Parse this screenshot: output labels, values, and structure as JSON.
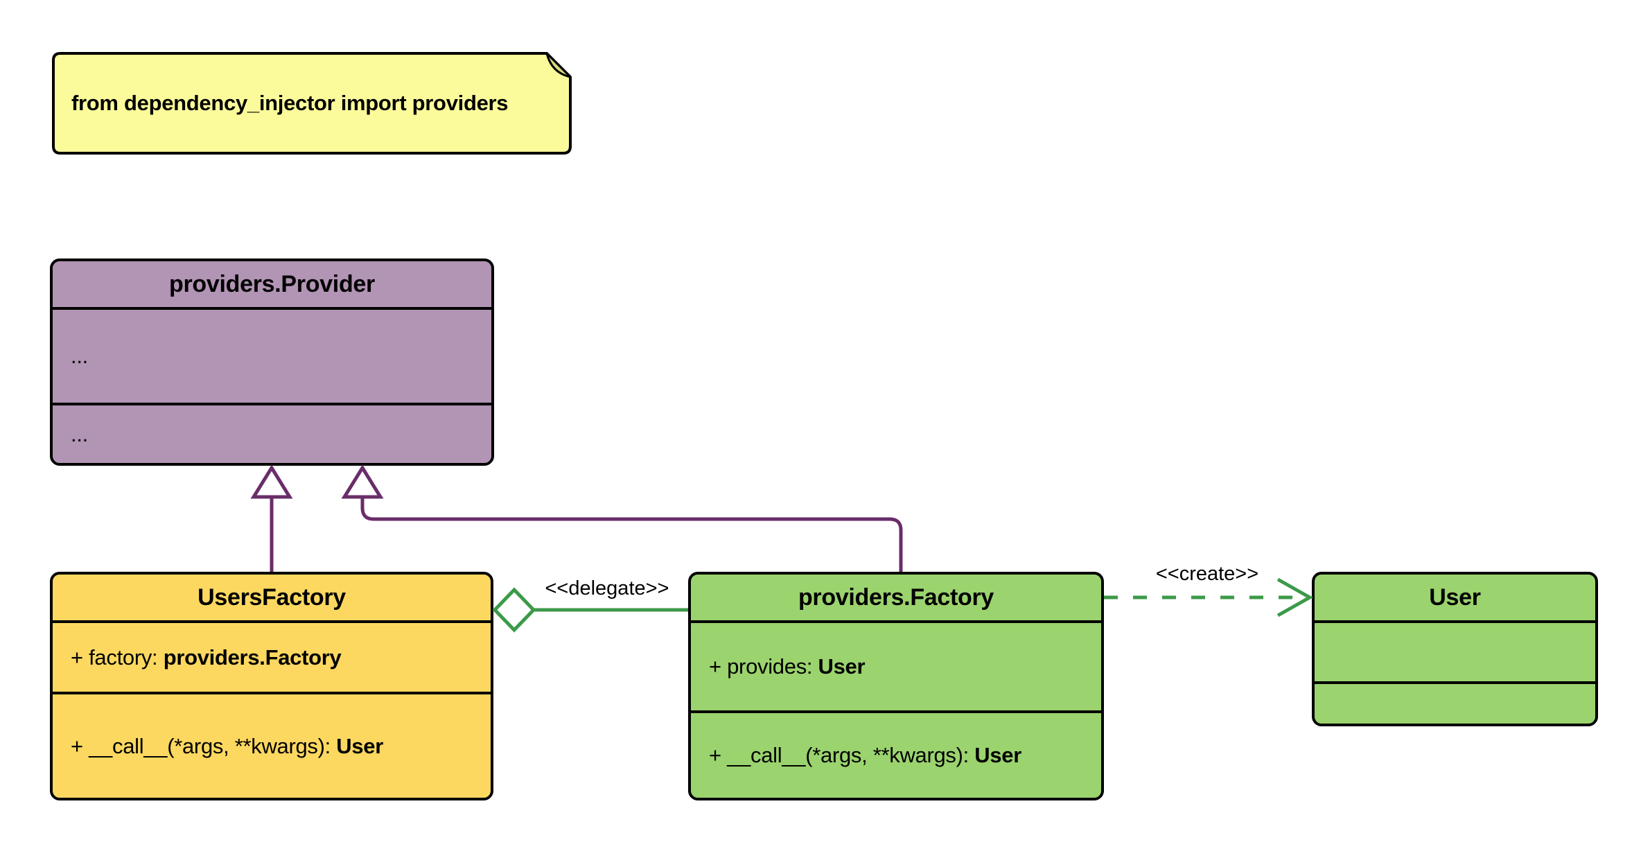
{
  "diagram": {
    "note": {
      "text": "from dependency_injector import providers"
    },
    "classes": {
      "provider": {
        "name": "providers.Provider",
        "attributes": [
          "..."
        ],
        "methods": [
          "..."
        ]
      },
      "users_factory": {
        "name": "UsersFactory",
        "attribute_prefix": "+ factory: ",
        "attribute_type": "providers.Factory",
        "method_prefix": "+ __call__(*args, **kwargs): ",
        "method_type": "User"
      },
      "factory": {
        "name": "providers.Factory",
        "attribute_prefix": "+ provides: ",
        "attribute_type": "User",
        "method_prefix": "+ __call__(*args, **kwargs): ",
        "method_type": "User"
      },
      "user": {
        "name": "User"
      }
    },
    "edge_labels": {
      "delegate": "<<delegate>>",
      "create": "<<create>>"
    },
    "colors": {
      "provider_fill": "#B294B4",
      "users_factory_fill": "#FCD860",
      "factory_fill": "#9BD36E",
      "user_fill": "#9BD36E",
      "note_fill": "#FBFB9B",
      "note_fold_fill": "#D9D97F",
      "inheritance_line": "#692D69",
      "association_line": "#3C9A49",
      "border": "#000000"
    }
  }
}
